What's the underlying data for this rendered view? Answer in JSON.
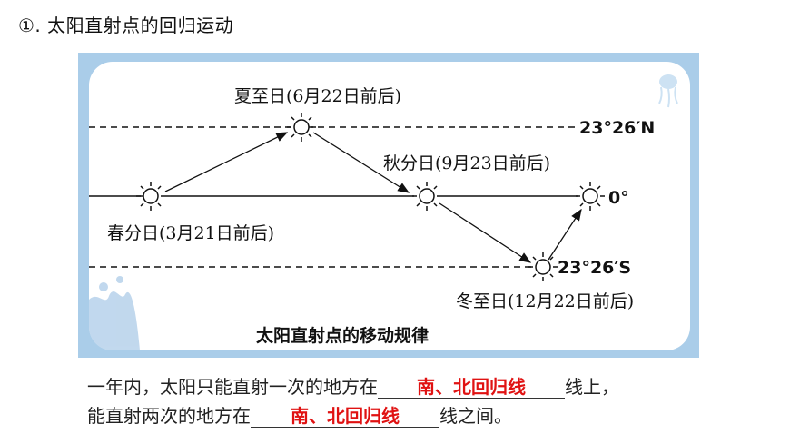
{
  "heading": "①. 太阳直射点的回归运动",
  "diagram": {
    "summer_label": "夏至日(6月22日前后)",
    "autumn_label": "秋分日(9月23日前后)",
    "spring_label": "春分日(3月21日前后)",
    "winter_label": "冬至日(12月22日前后)",
    "lat_north": "23°26′N",
    "lat_equator": "0°",
    "lat_south": "23°26′S",
    "caption": "太阳直射点的移动规律"
  },
  "text": {
    "line1_before": "一年内，太阳只能直射一次的地方在",
    "line1_answer": "南、北回归线",
    "line1_after": "线上，",
    "line2_before": "能直射两次的地方在",
    "line2_answer": "南、北回归线",
    "line2_after": "线之间。"
  },
  "colors": {
    "frame": "#aacde9",
    "answer": "#e01212"
  }
}
